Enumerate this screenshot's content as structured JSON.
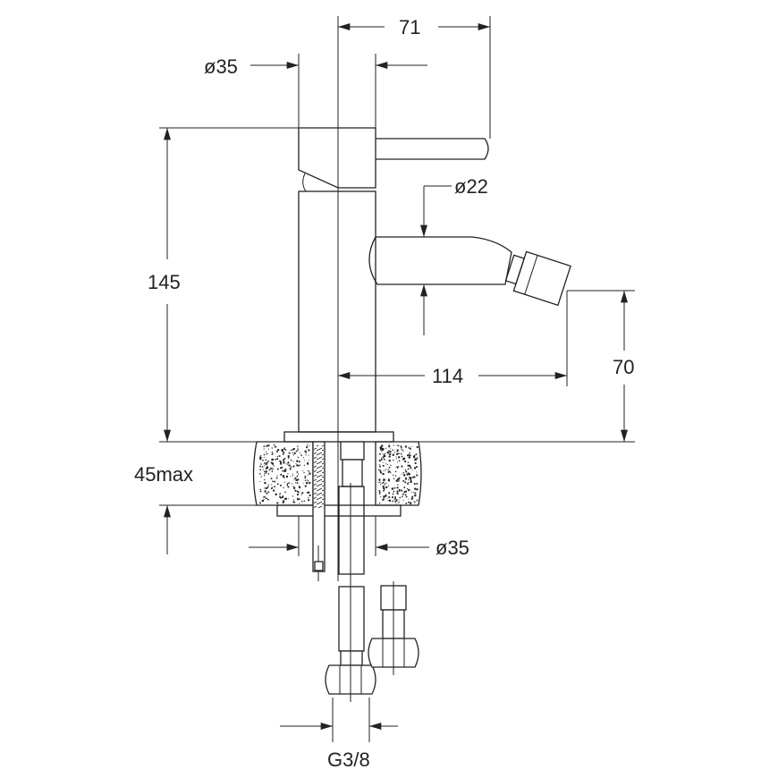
{
  "dimensions": {
    "width_handle": "71",
    "body_diameter_top": "ø35",
    "spout_diameter": "ø22",
    "height_total": "145",
    "spout_reach": "114",
    "spout_height": "70",
    "counter_thickness": "45max",
    "base_diameter": "ø35",
    "connection_thread": "G3/8"
  },
  "colors": {
    "line": "#222222",
    "background": "#ffffff"
  }
}
